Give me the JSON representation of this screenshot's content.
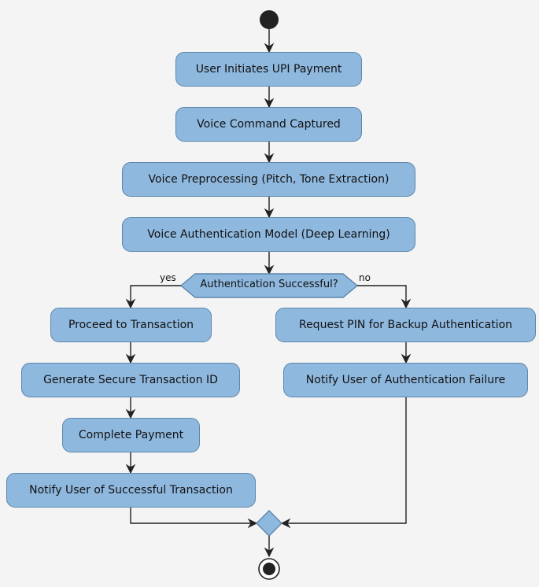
{
  "diagram": {
    "steps": {
      "initiate": "User Initiates UPI Payment",
      "capture": "Voice Command Captured",
      "preprocess": "Voice Preprocessing (Pitch, Tone Extraction)",
      "auth_model": "Voice Authentication Model (Deep Learning)",
      "proceed": "Proceed to Transaction",
      "generate_id": "Generate Secure Transaction ID",
      "complete": "Complete Payment",
      "notify_success": "Notify User of Successful Transaction",
      "request_pin": "Request PIN for Backup Authentication",
      "notify_failure": "Notify User of Authentication Failure"
    },
    "decision": {
      "question": "Authentication Successful?",
      "yes_label": "yes",
      "no_label": "no"
    },
    "colors": {
      "node_fill": "#8fb8de",
      "node_border": "#5c86ab",
      "line": "#222222",
      "background": "#f4f4f4"
    }
  }
}
